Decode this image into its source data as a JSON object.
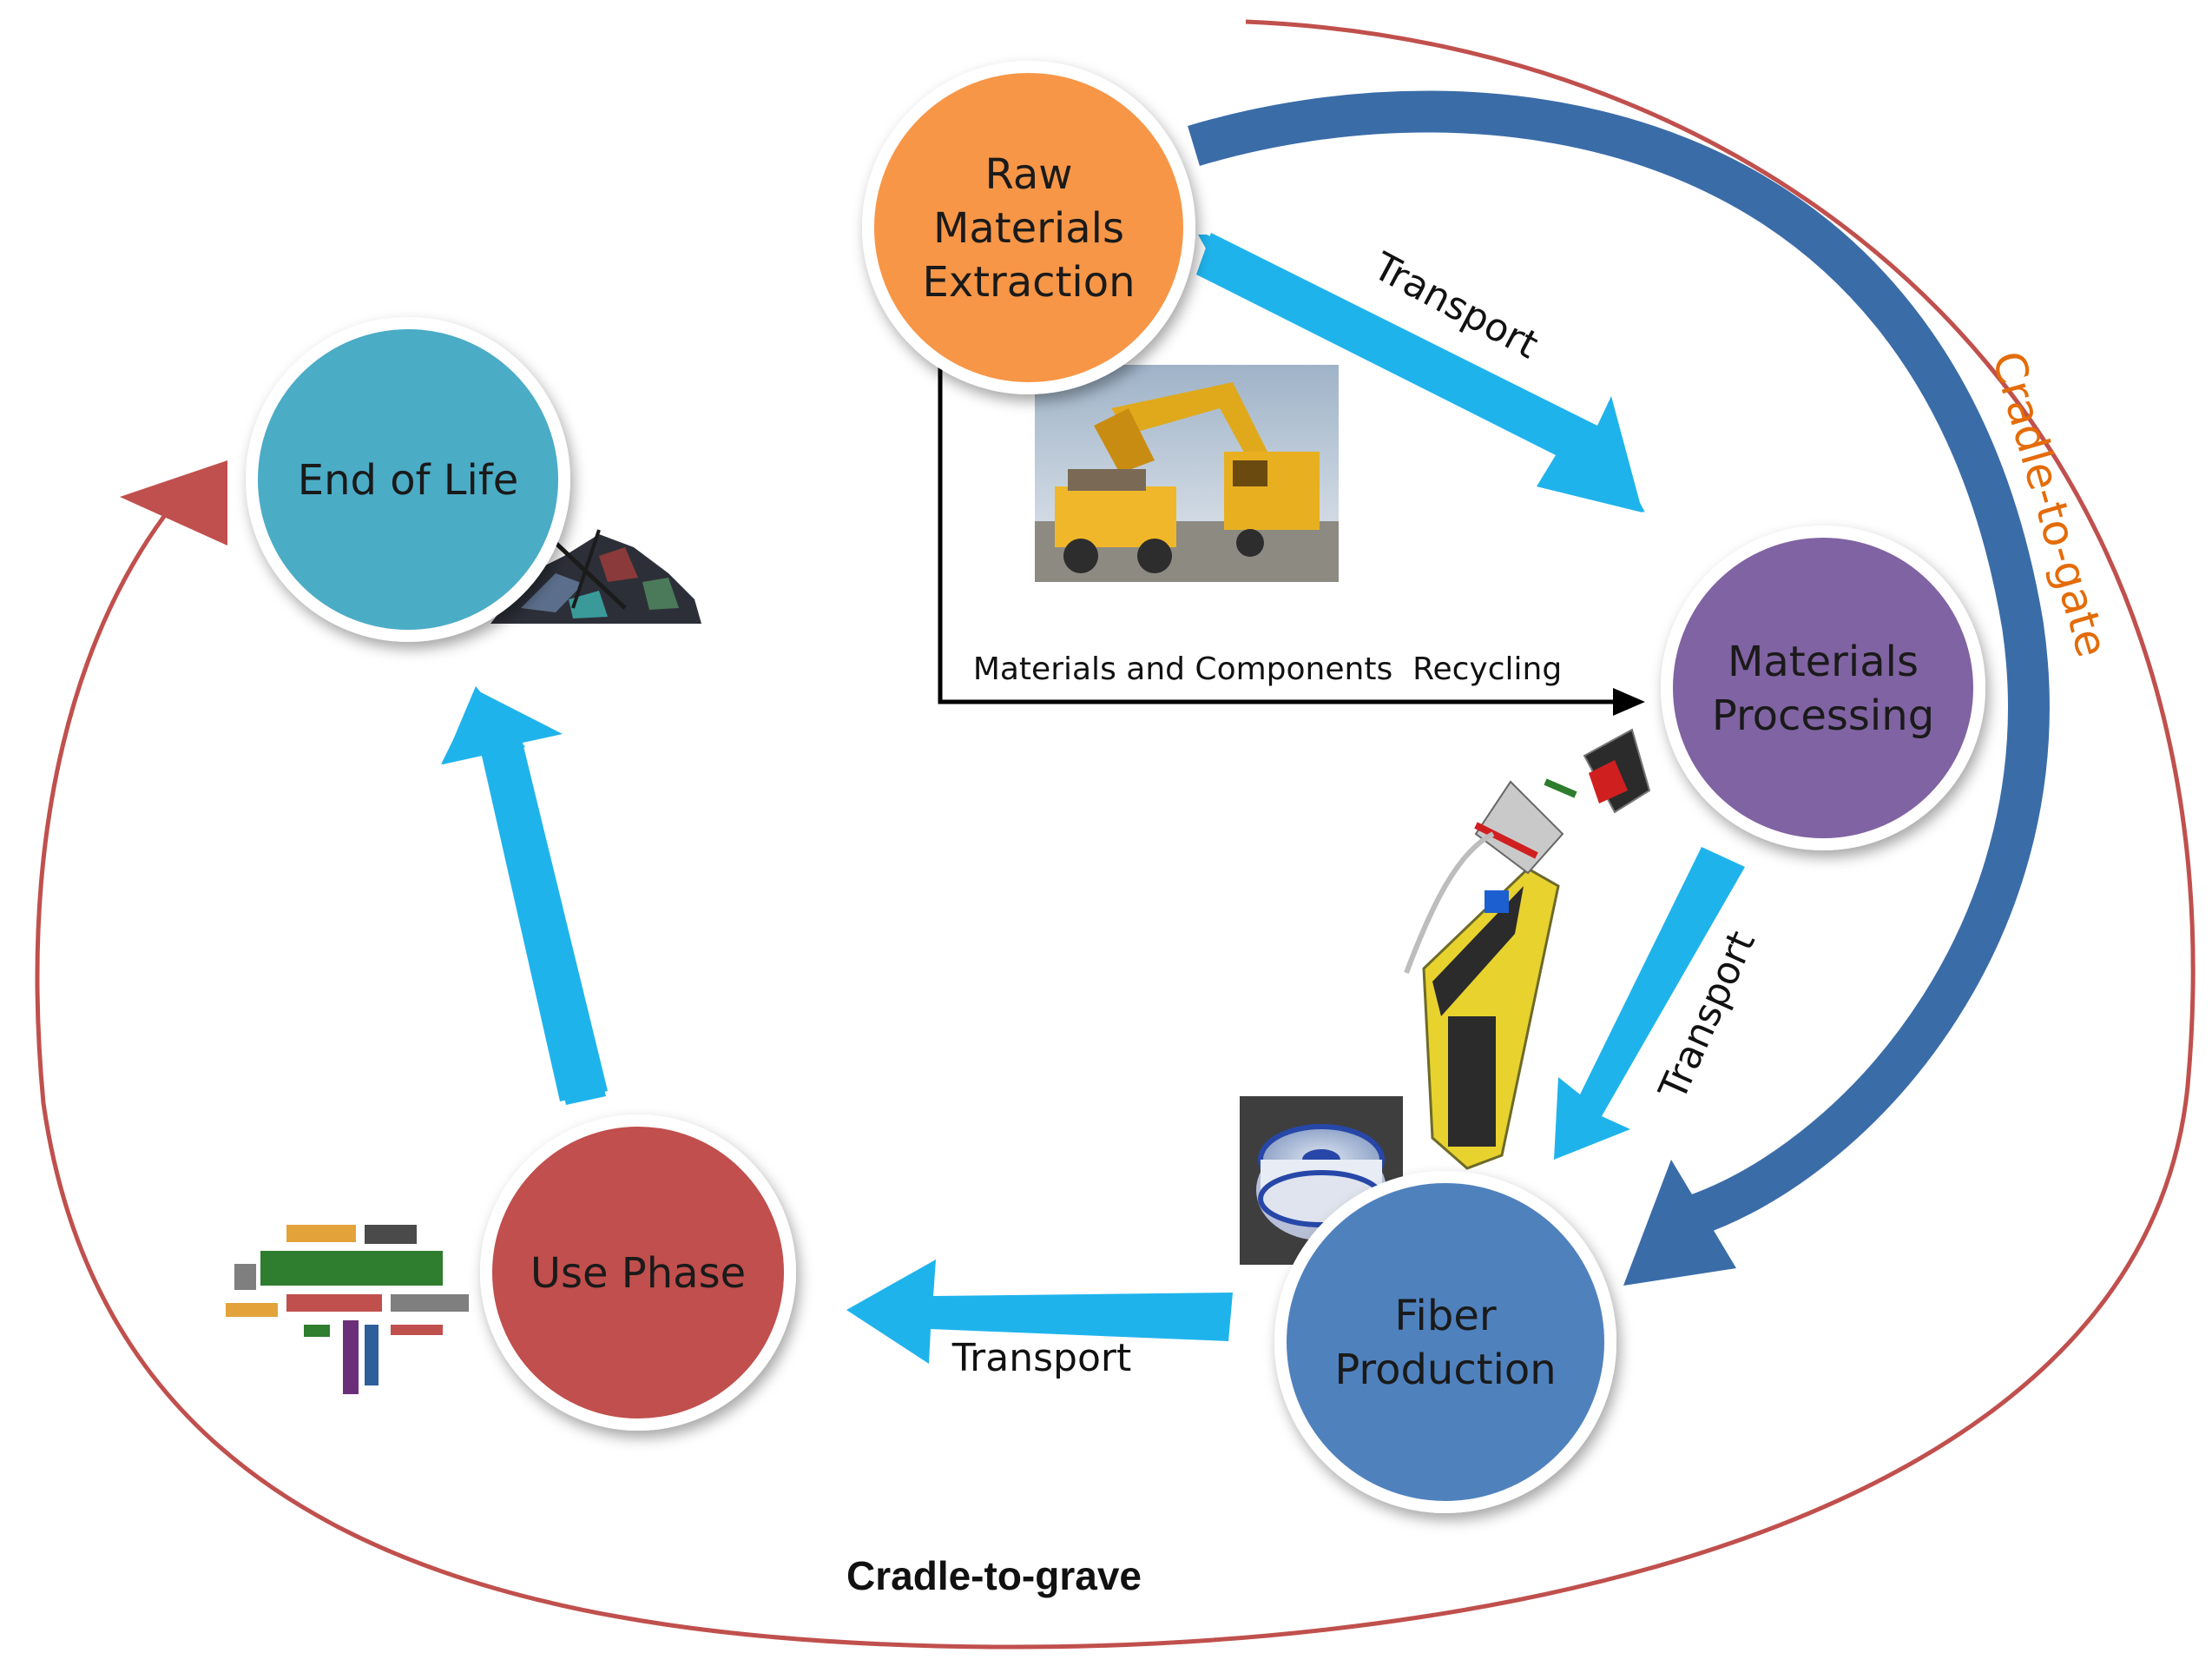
{
  "diagram": {
    "stages": {
      "raw": {
        "lines": [
          "Raw",
          "Materials",
          "Extraction"
        ],
        "color": "#F79646"
      },
      "processing": {
        "lines": [
          "Materials",
          "Processing"
        ],
        "color": "#8064A2"
      },
      "fiber": {
        "lines": [
          "Fiber",
          "Production"
        ],
        "color": "#4F81BD"
      },
      "use": {
        "lines": [
          "Use Phase"
        ],
        "color": "#C0504D"
      },
      "eol": {
        "lines": [
          "End of Life"
        ],
        "color": "#4BACC6"
      }
    },
    "transport_labels": {
      "raw_to_processing": "Transport",
      "processing_to_fiber": "Transport",
      "fiber_to_use": "Transport"
    },
    "recycling_label": "Materials and Components  Recycling",
    "cradle_to_gate": {
      "label": "Cradle-to-gate",
      "color": "#E36C09"
    },
    "cradle_to_grave": {
      "label": "Cradle-to-grave",
      "color": "#C0504D"
    },
    "colors": {
      "transport_arrow": "#1FB3EC",
      "gate_arrow": "#3A6CA8",
      "recycling_arrow": "#000000"
    },
    "illustrations": {
      "mining": "mining-truck-photo",
      "fiber_spool": "fiber-spool-photo",
      "machine": "fiber-drawing-machine-illustration",
      "scrap": "scrap-pile-illustration",
      "word_cloud": "telecommunication-word-cloud"
    }
  }
}
